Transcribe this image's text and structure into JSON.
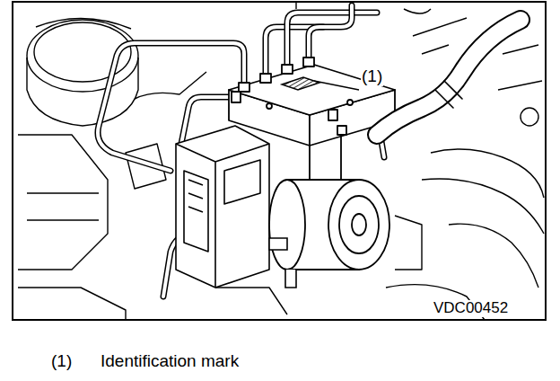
{
  "diagram": {
    "labels": [
      "(1)",
      "VDC00452",
      "(1)",
      "Identification mark"
    ]
  }
}
